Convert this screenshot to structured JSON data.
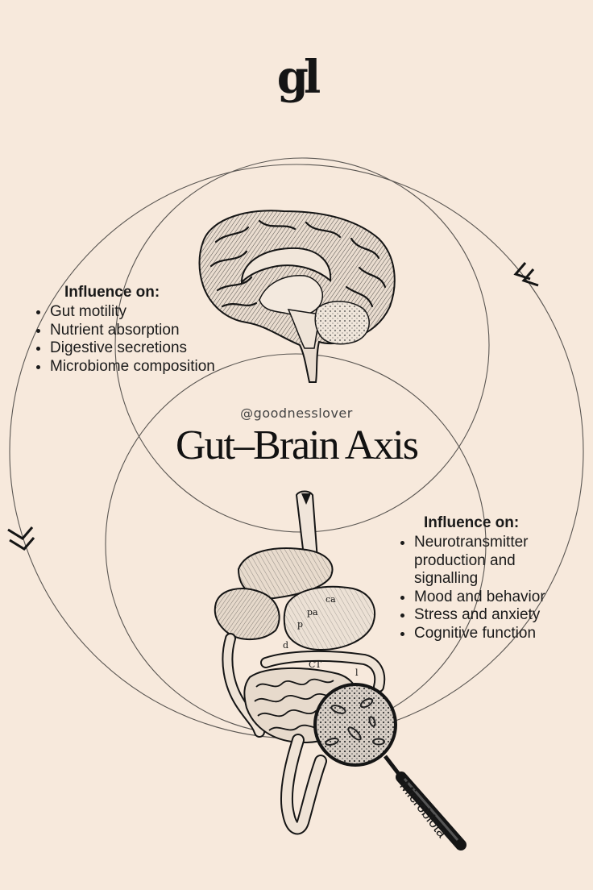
{
  "logo": {
    "text": "gl"
  },
  "handle": "@goodnesslover",
  "title": "Gut–Brain Axis",
  "brain_influence": {
    "heading": "Influence on:",
    "items": [
      "Gut motility",
      "Nutrient absorption",
      "Digestive secretions",
      "Microbiome composition"
    ]
  },
  "gut_influence": {
    "heading": "Influence on:",
    "items": [
      "Neurotransmitter production and signalling",
      "Mood and behavior",
      "Stress and anxiety",
      "Cognitive function"
    ]
  },
  "microbiota_label": "Microbiota",
  "organ_labels": {
    "pa": "pa",
    "ca": "ca",
    "p": "p",
    "d": "d",
    "ct": "CT",
    "l": "l"
  },
  "icons": [
    "brain-illustration",
    "digestive-system-illustration",
    "magnifying-glass-icon",
    "double-chevron-arrow-icon"
  ],
  "colors": {
    "background": "#f7e9dc",
    "ink": "#151515",
    "line": "#5a5652"
  }
}
